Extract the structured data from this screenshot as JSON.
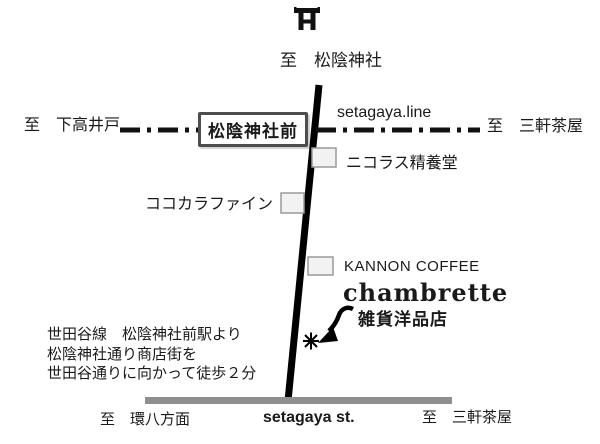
{
  "map": {
    "to_shrine": "至　松陰神社",
    "railway": {
      "left_terminus": "至　下高井戸",
      "station": "松陰神社前",
      "line_label": "setagaya.line",
      "right_terminus": "至　三軒茶屋"
    },
    "landmarks": [
      {
        "label": "ニコラス精養堂",
        "side": "right-of-road"
      },
      {
        "label": "ココカラファイン",
        "side": "left-of-road"
      },
      {
        "label": "KANNON COFFEE",
        "side": "right-of-road"
      }
    ],
    "shop": {
      "name": "chambrette",
      "category": "雑貨洋品店"
    },
    "directions": {
      "line1": "世田谷線　松陰神社前駅より",
      "line2": "松陰神社通り商店街を",
      "line3": "世田谷通りに向かって徒歩２分"
    },
    "street": {
      "left_terminus": "至　環八方面",
      "name": "setagaya st.",
      "right_terminus": "至　三軒茶屋"
    },
    "colors": {
      "road": "#000000",
      "railway": "#111111",
      "street_bar": "#8f8f8f",
      "building_fill": "#f2f2f2",
      "building_border": "#9a9a9a",
      "station_box_border": "#4d4d4d",
      "text": "#1a1a1a"
    }
  }
}
